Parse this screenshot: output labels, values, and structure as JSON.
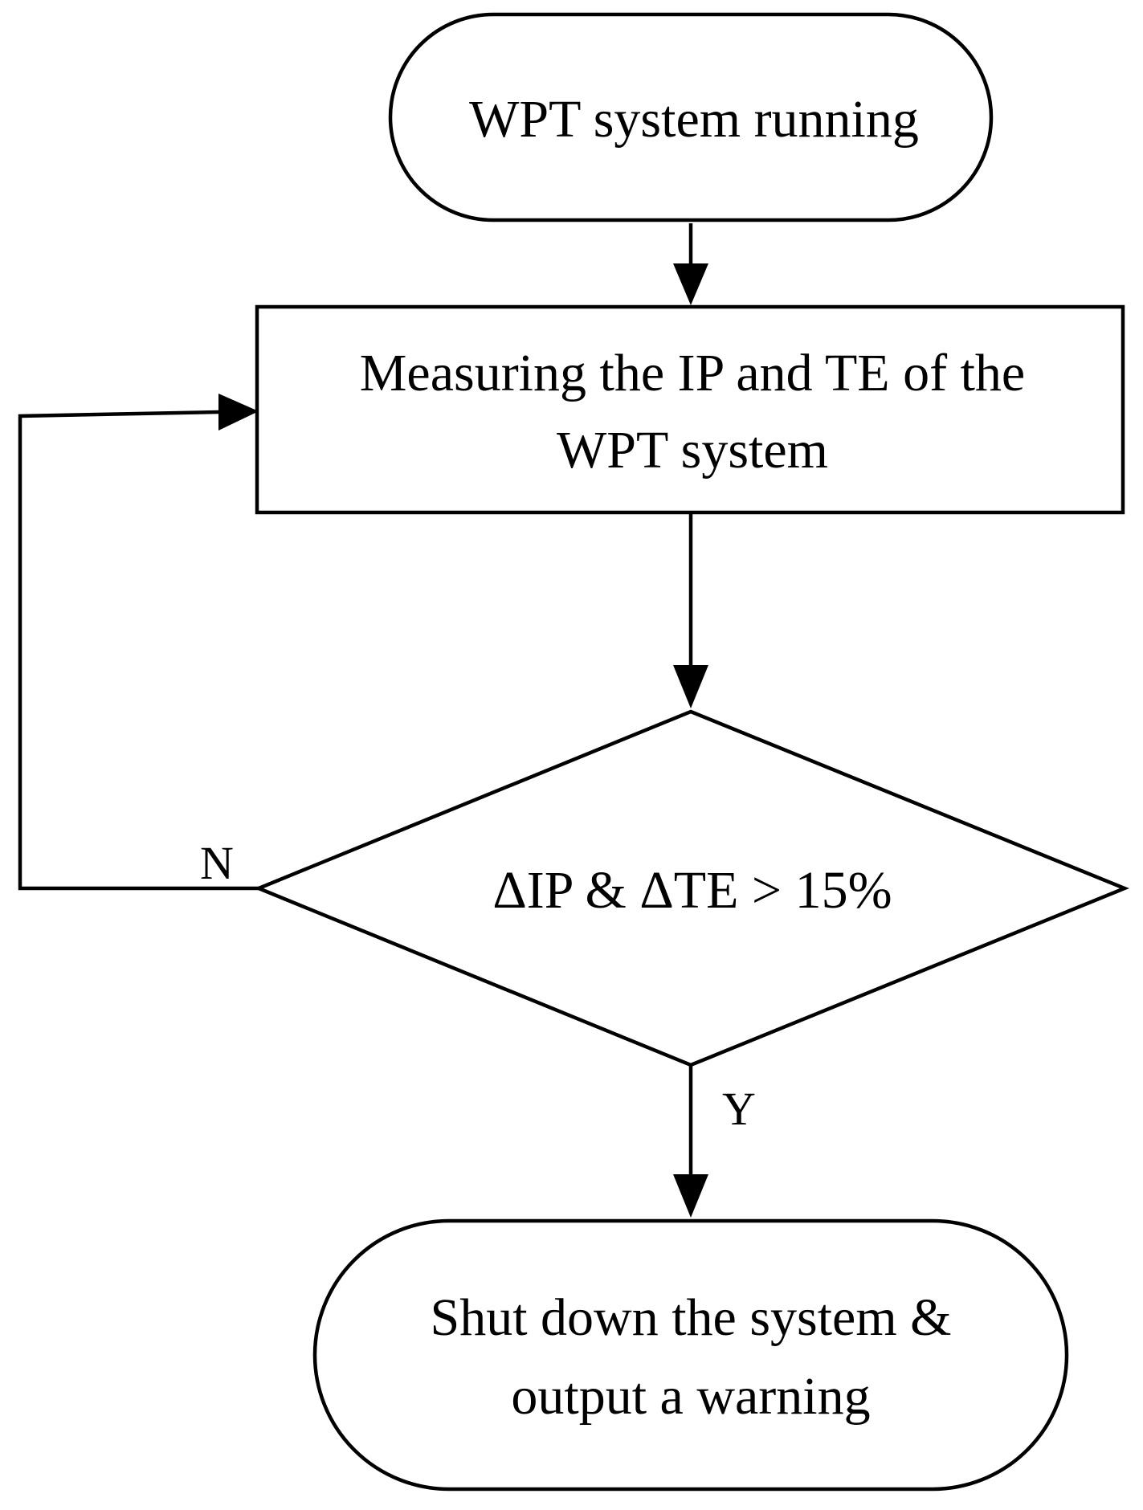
{
  "nodes": {
    "start": {
      "line1": "WPT system running"
    },
    "measure": {
      "line1": "Measuring the IP and TE of the",
      "line2": "WPT system"
    },
    "decision": {
      "line1": "ΔIP & ΔTE  > 15%"
    },
    "end": {
      "line1": "Shut down the system &",
      "line2": "output a warning"
    }
  },
  "edges": {
    "no_label": "N",
    "yes_label": "Y"
  }
}
